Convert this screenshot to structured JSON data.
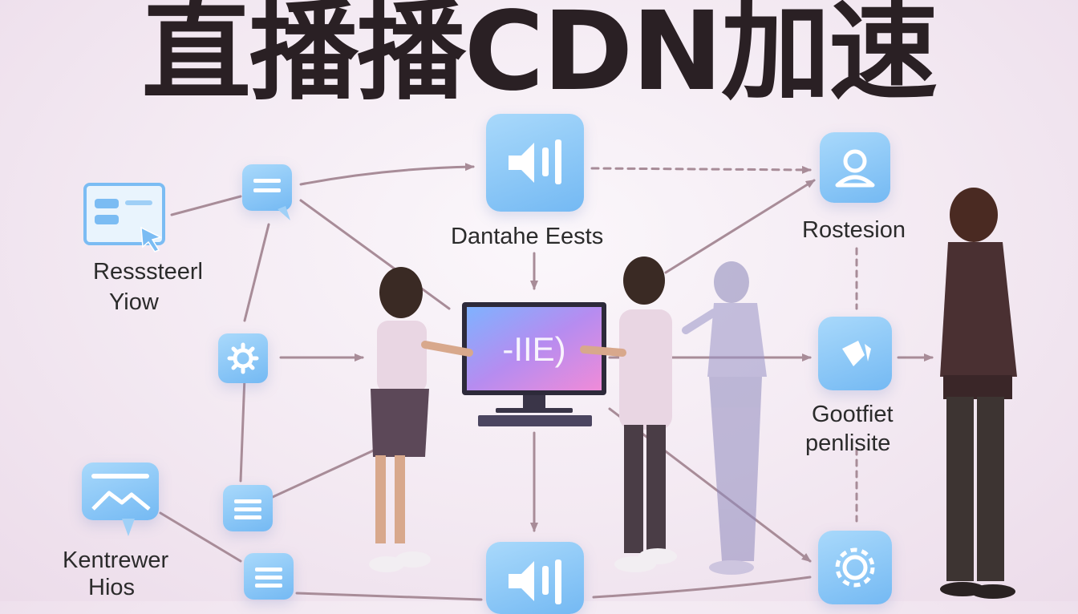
{
  "title": "直播播CDN加速",
  "labels": {
    "left_top_line1": "Resssteerl",
    "left_top_line2": "Yiow",
    "center_top": "Dantahe Eests",
    "right_top": "Rostesion",
    "right_mid_line1": "Gootfiet",
    "right_mid_line2": "penlisite",
    "left_bottom_line1": "Kentrewer",
    "left_bottom_line2": "Hios"
  },
  "colors": {
    "title": "#2a2024",
    "tile_light": "#a9d9fb",
    "tile_dark": "#74b9f3",
    "arrow": "#a88c98"
  },
  "icons": [
    "speaker-icon",
    "user-icon",
    "browser-window-icon",
    "message-icon",
    "gear-icon",
    "open-box-icon",
    "picture-message-icon",
    "chat-lines-icon",
    "gear-settings-icon",
    "monitor-icon"
  ]
}
